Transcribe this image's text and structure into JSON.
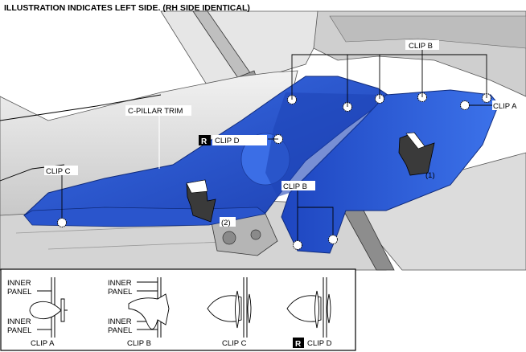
{
  "header": "ILLUSTRATION INDICATES LEFT SIDE. (RH SIDE IDENTICAL)",
  "labels": {
    "c_pillar_trim": "C-PILLAR TRIM",
    "clip_b_top": "CLIP B",
    "clip_a": "CLIP A",
    "clip_d": "CLIP D",
    "clip_c": "CLIP C",
    "clip_b_mid": "CLIP B",
    "step_1": "(1)",
    "step_2": "(2)"
  },
  "reuse_marker": "R",
  "detail": {
    "clip_a": {
      "upper": [
        "INNER",
        "PANEL"
      ],
      "lower": [
        "INNER",
        "PANEL"
      ],
      "caption": "CLIP A"
    },
    "clip_b": {
      "upper": [
        "INNER",
        "PANEL"
      ],
      "lower": [
        "INNER",
        "PANEL"
      ],
      "caption": "CLIP B"
    },
    "clip_c": {
      "caption": "CLIP C"
    },
    "clip_d": {
      "caption": "CLIP D"
    }
  },
  "colors": {
    "trim_blue": "#2f5fd6",
    "trim_blue_dark": "#1b3fae",
    "body_gray": "#d9d9d9",
    "line": "#000000"
  }
}
